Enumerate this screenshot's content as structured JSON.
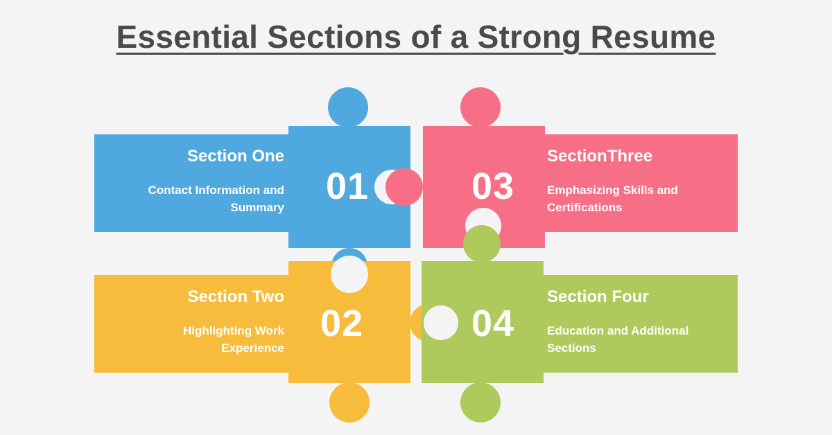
{
  "title": "Essential Sections of a Strong Resume",
  "colors": {
    "background": "#f4f4f4",
    "section_one": "#4fa8de",
    "section_two": "#f7bc3c",
    "section_three": "#f76e87",
    "section_four": "#afca5c"
  },
  "sections": [
    {
      "number": "01",
      "heading": "Section One",
      "description_line1": "Contact Information and",
      "description_line2": "Summary"
    },
    {
      "number": "02",
      "heading": "Section Two",
      "description_line1": "Highlighting Work",
      "description_line2": "Experience"
    },
    {
      "number": "03",
      "heading": "SectionThree",
      "description_line1": "Emphasizing Skills and",
      "description_line2": "Certifications"
    },
    {
      "number": "04",
      "heading": "Section Four",
      "description_line1": "Education and Additional",
      "description_line2": "Sections"
    }
  ]
}
